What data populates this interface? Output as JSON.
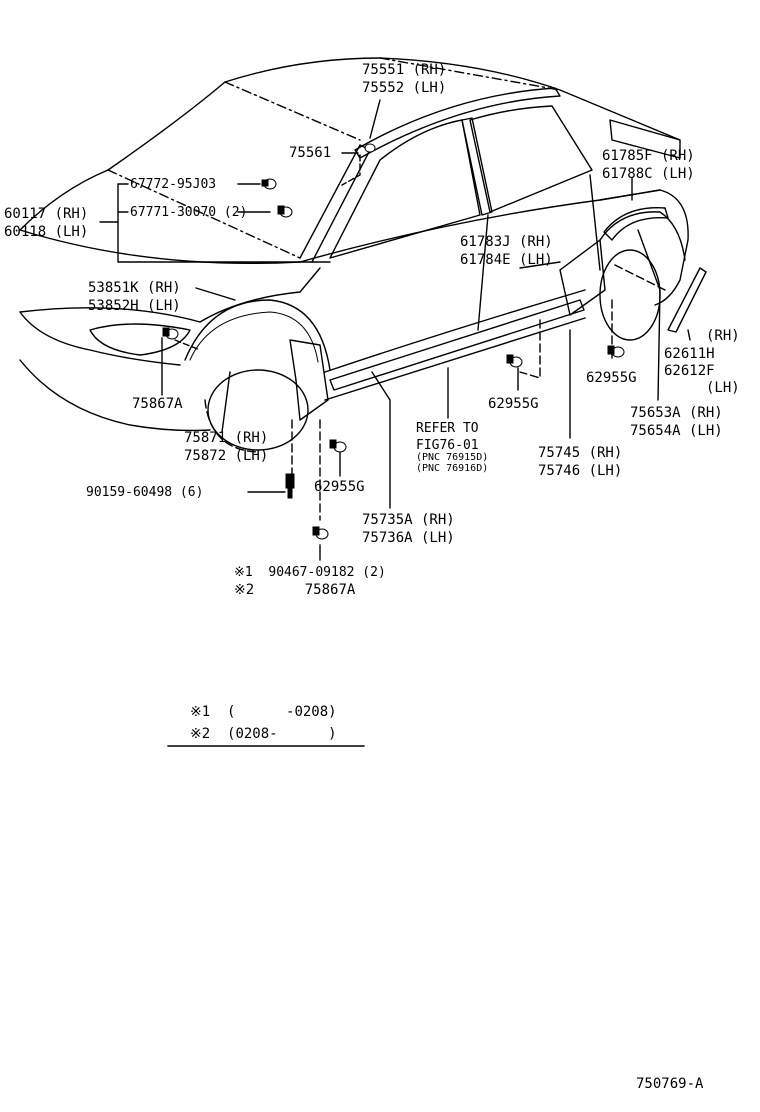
{
  "labels": {
    "p75551": "75551 (RH)",
    "p75552": "75552 (LH)",
    "p75561": "75561",
    "p61785f": "61785F (RH)",
    "p61788c": "61788C (LH)",
    "p67772": "67772-95J03",
    "p67771": "67771-30070 (2)",
    "p60117": "60117 (RH)",
    "p60118": "60118 (LH)",
    "p61783j": "61783J (RH)",
    "p61784e": "61784E (LH)",
    "p53851k": "53851K (RH)",
    "p53852h": "53852H (LH)",
    "p62611_rh": "(RH)",
    "p62611h": "62611H",
    "p62612f": "62612F",
    "p62612_lh": "(LH)",
    "p62955g_right": "62955G",
    "p75867a_top": "75867A",
    "p62955g_center": "62955G",
    "p75653a": "75653A (RH)",
    "p75654a": "75654A (LH)",
    "refer_to": "REFER TO",
    "refer_fig": "FIG76-01",
    "refer_pnc1": "(PNC 76915D)",
    "refer_pnc2": "(PNC 76916D)",
    "p75871": "75871 (RH)",
    "p75872": "75872 (LH)",
    "p75745": "75745 (RH)",
    "p75746": "75746 (LH)",
    "p62955g_left": "62955G",
    "p90159": "90159-60498 (6)",
    "p75735a": "75735A (RH)",
    "p75736a": "75736A (LH)",
    "p90467": "※1  90467-09182 (2)",
    "p75867a_bottom": "※2      75867A"
  },
  "notes": {
    "note1": "※1  (      -0208)",
    "note2": "※2  (0208-      )"
  },
  "figure_code": "750769-A"
}
